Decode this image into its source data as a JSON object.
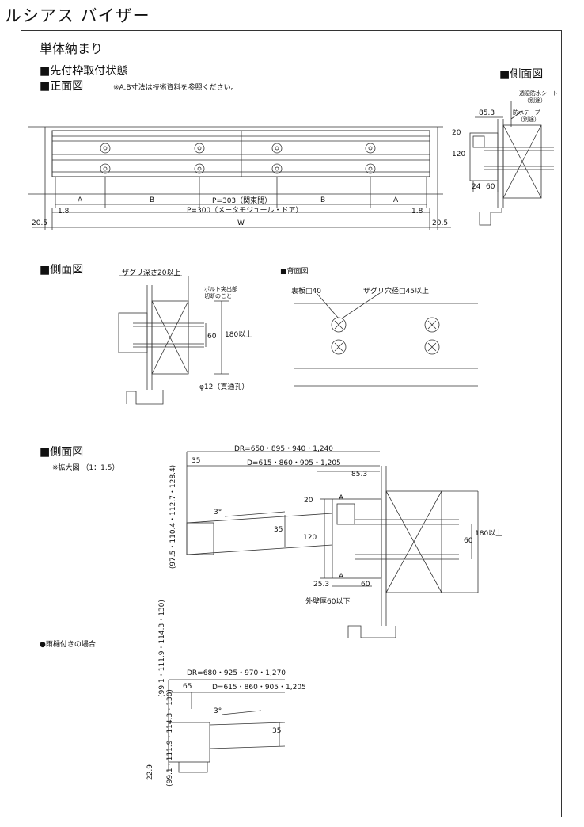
{
  "page": {
    "title": "ルシアス バイザー",
    "section_title": "単体納まり",
    "subtitle_mount": "■先付枠取付状態",
    "front_view": {
      "heading": "■正面図",
      "note": "※A.B寸法は技術資料を参照ください。",
      "labels": {
        "a_left": "A",
        "b_left": "B",
        "b_right": "B",
        "a_right": "A",
        "p303": "P=303（関東間）",
        "p300": "P=300（メータモジュール・ドア）",
        "d18_left": "1.8",
        "d18_right": "1.8",
        "d205_left": "20.5",
        "d205_right": "20.5",
        "w": "W"
      }
    },
    "side_view_top": {
      "heading": "■側面図",
      "labels": {
        "sheet": "透湿防水シート",
        "sheet_sub": "（別途）",
        "tape": "防水テープ",
        "tape_sub": "（別途）",
        "d853": "85.3",
        "d20": "20",
        "d120": "120",
        "d24": "24",
        "d60": "60"
      }
    },
    "side_view_mid": {
      "heading": "■側面図",
      "labels": {
        "zaguri": "ザグリ深さ20以上",
        "bolt1": "ボルト突出部",
        "bolt2": "切断のこと",
        "d60": "60",
        "d180": "180以上",
        "hole": "φ12（貫通孔）"
      }
    },
    "back_view": {
      "heading": "■背面図",
      "labels": {
        "plate": "裏板□40",
        "zaguri_hole": "ザグリ穴径□45以上"
      }
    },
    "side_view_large": {
      "heading": "■側面図",
      "scale": "※拡大図 （1：1.5）",
      "labels": {
        "dr": "DR=650・895・940・1,240",
        "d": "D=615・860・905・1,205",
        "d35_top": "35",
        "d853": "85.3",
        "d20": "20",
        "a_top": "A",
        "angle": "3°",
        "d35": "35",
        "d120": "120",
        "d60": "60",
        "d180": "180以上",
        "d253": "25.3",
        "a_bottom": "A",
        "d60b": "60",
        "wall": "外壁厚60以下",
        "vertical": "(97.5・110.4・112.7・128.4)"
      }
    },
    "gutter_view": {
      "heading": "●雨樋付きの場合",
      "labels": {
        "dr": "DR=680・925・970・1,270",
        "d": "D=615・860・905・1,205",
        "d65": "65",
        "angle": "3°",
        "d35": "35",
        "vertical_top": "(99.1・111.9・114.3・130)",
        "vertical_bottom": "(99.1・111.9・114.3・130)",
        "d229": "22.9"
      }
    }
  }
}
